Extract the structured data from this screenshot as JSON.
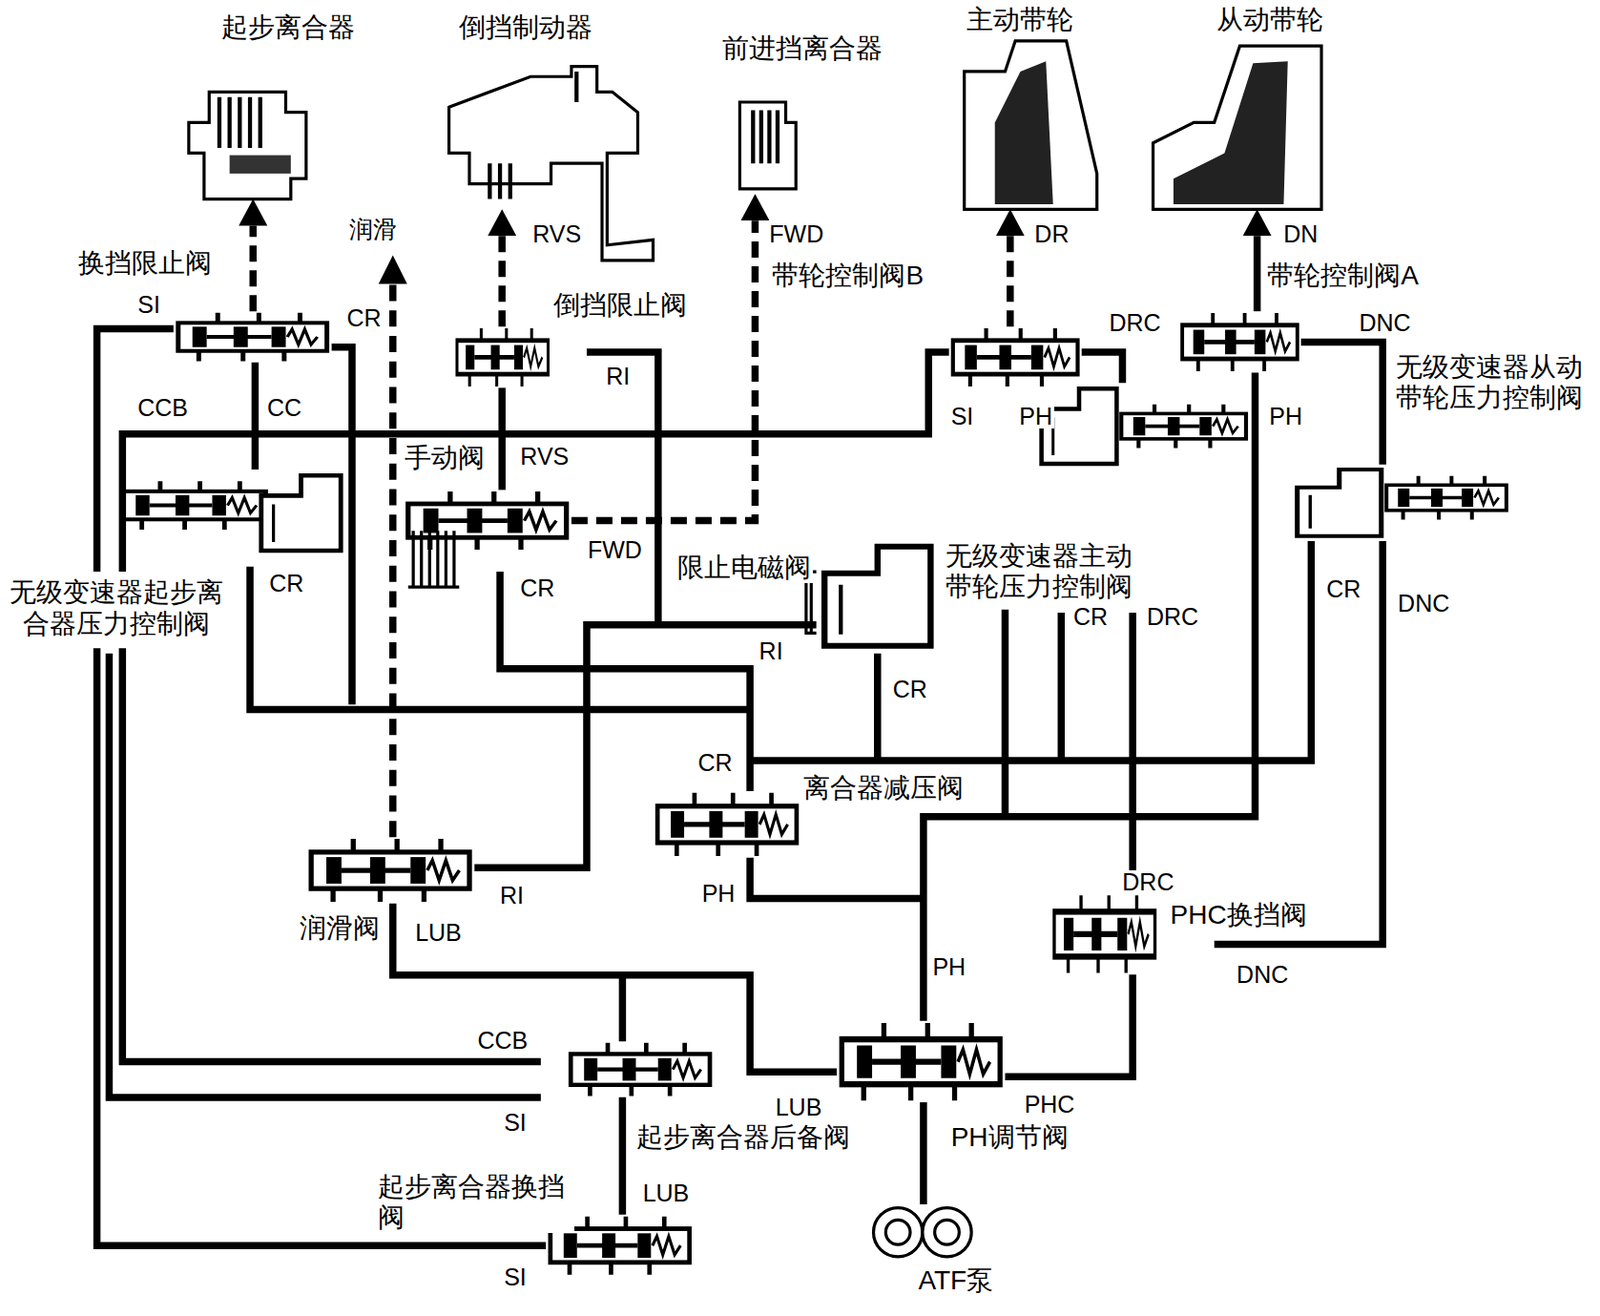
{
  "diagram": {
    "nodes": [
      {
        "text": [
          "起步离合器"
        ]
      },
      {
        "text": [
          "倒挡制动器"
        ]
      },
      {
        "text": [
          "前进挡离合器"
        ]
      },
      {
        "text": [
          "主动带轮"
        ]
      },
      {
        "text": [
          "从动带轮"
        ]
      },
      {
        "text": [
          "换挡限止阀"
        ]
      },
      {
        "text": [
          "倒挡限止阀"
        ]
      },
      {
        "text": [
          "带轮控制阀B"
        ]
      },
      {
        "text": [
          "带轮控制阀A"
        ]
      },
      {
        "text": [
          "无级变速器起步离 合器压力控制阀"
        ]
      },
      {
        "text": [
          "手动阀"
        ]
      },
      {
        "text": [
          "限止电磁阀"
        ]
      },
      {
        "text": [
          "无级变速器主动 带轮压力控制阀"
        ]
      },
      {
        "text": [
          "无级变速器从动 带轮压力控制阀"
        ]
      },
      {
        "text": [
          "离合器减压阀"
        ]
      },
      {
        "text": [
          "润滑阀"
        ]
      },
      {
        "text": [
          "PHC换挡阀"
        ]
      },
      {
        "text": [
          "起步离合器后备阀"
        ]
      },
      {
        "text": [
          "PH调节阀"
        ]
      },
      {
        "text": [
          "起步离合器换挡 阀"
        ]
      },
      {
        "text": [
          "ATF泵"
        ]
      }
    ],
    "edges": [
      {
        "from": 5,
        "to": 0,
        "arrow": "to"
      },
      {
        "from": 6,
        "to": 1,
        "arrow": "to",
        "label": "RVS"
      },
      {
        "from": 10,
        "to": 2,
        "arrow": "to",
        "label": "FWD"
      },
      {
        "from": 7,
        "to": 3,
        "arrow": "to",
        "label": "DR"
      },
      {
        "from": 8,
        "to": 4,
        "arrow": "to",
        "label": "DN"
      },
      {
        "from": 10,
        "to": 6,
        "arrow": "none"
      },
      {
        "from": 20,
        "to": 18,
        "arrow": "none"
      },
      {
        "from": 19,
        "to": 17,
        "arrow": "none"
      },
      {
        "from": 18,
        "to": 16,
        "arrow": "none"
      },
      {
        "from": 9,
        "to": 5,
        "arrow": "none"
      }
    ],
    "labels": [
      "润滑",
      "SI",
      "CR",
      "RI",
      "DRC",
      "DNC",
      "CCB",
      "CC",
      "SI",
      "PH",
      "PH",
      "RVS",
      "FWD",
      "CR",
      "CR",
      "CR",
      "DNC",
      "CR",
      "DRC",
      "RI",
      "CR",
      "CR",
      "PH",
      "RI",
      "LUB",
      "DRC",
      "DNC",
      "PH",
      "CCB",
      "SI",
      "LUB",
      "PHC",
      "LUB",
      "SI"
    ]
  }
}
